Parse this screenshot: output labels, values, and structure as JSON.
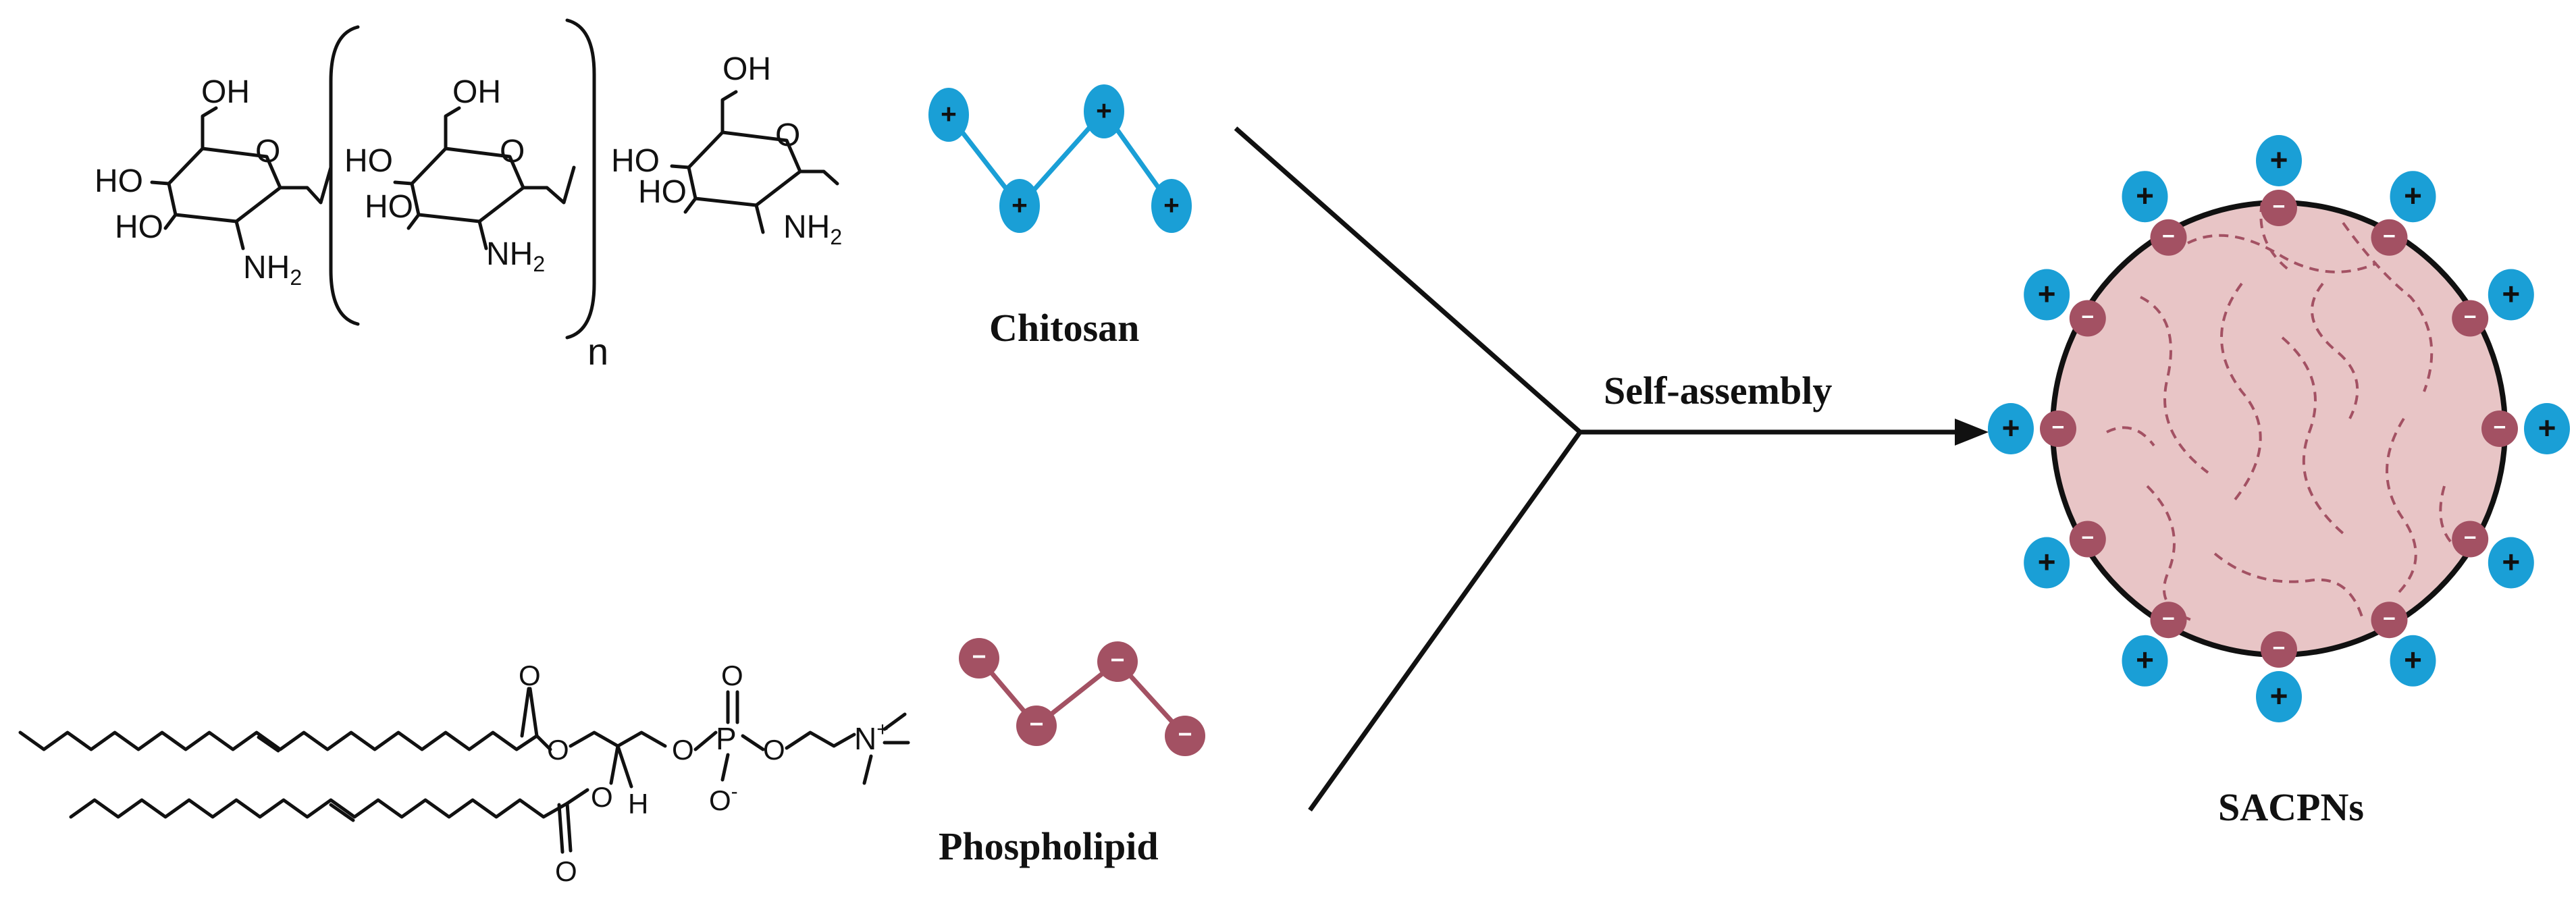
{
  "labels": {
    "chitosan": "Chitosan",
    "phospholipid": "Phospholipid",
    "process": "Self-assembly",
    "product": "SACPNs"
  },
  "chem": {
    "oh": "OH",
    "ho": "HO",
    "nh2": "NH",
    "sub2": "2",
    "n": "n",
    "o": "O",
    "p": "P",
    "h": "H",
    "n_atom": "N",
    "plus": "+",
    "minus": "-",
    "o_minus": "O"
  },
  "symbols": {
    "positive": "+",
    "negative": "−"
  },
  "colors": {
    "positive_fill": "#1a9fd6",
    "negative_fill": "#a35163",
    "chitosan_chain": "#1a9fd6",
    "phospholipid_chain": "#a35163",
    "particle_fill": "#e8c5c6",
    "particle_stroke": "#111111",
    "arrow": "#111111"
  }
}
